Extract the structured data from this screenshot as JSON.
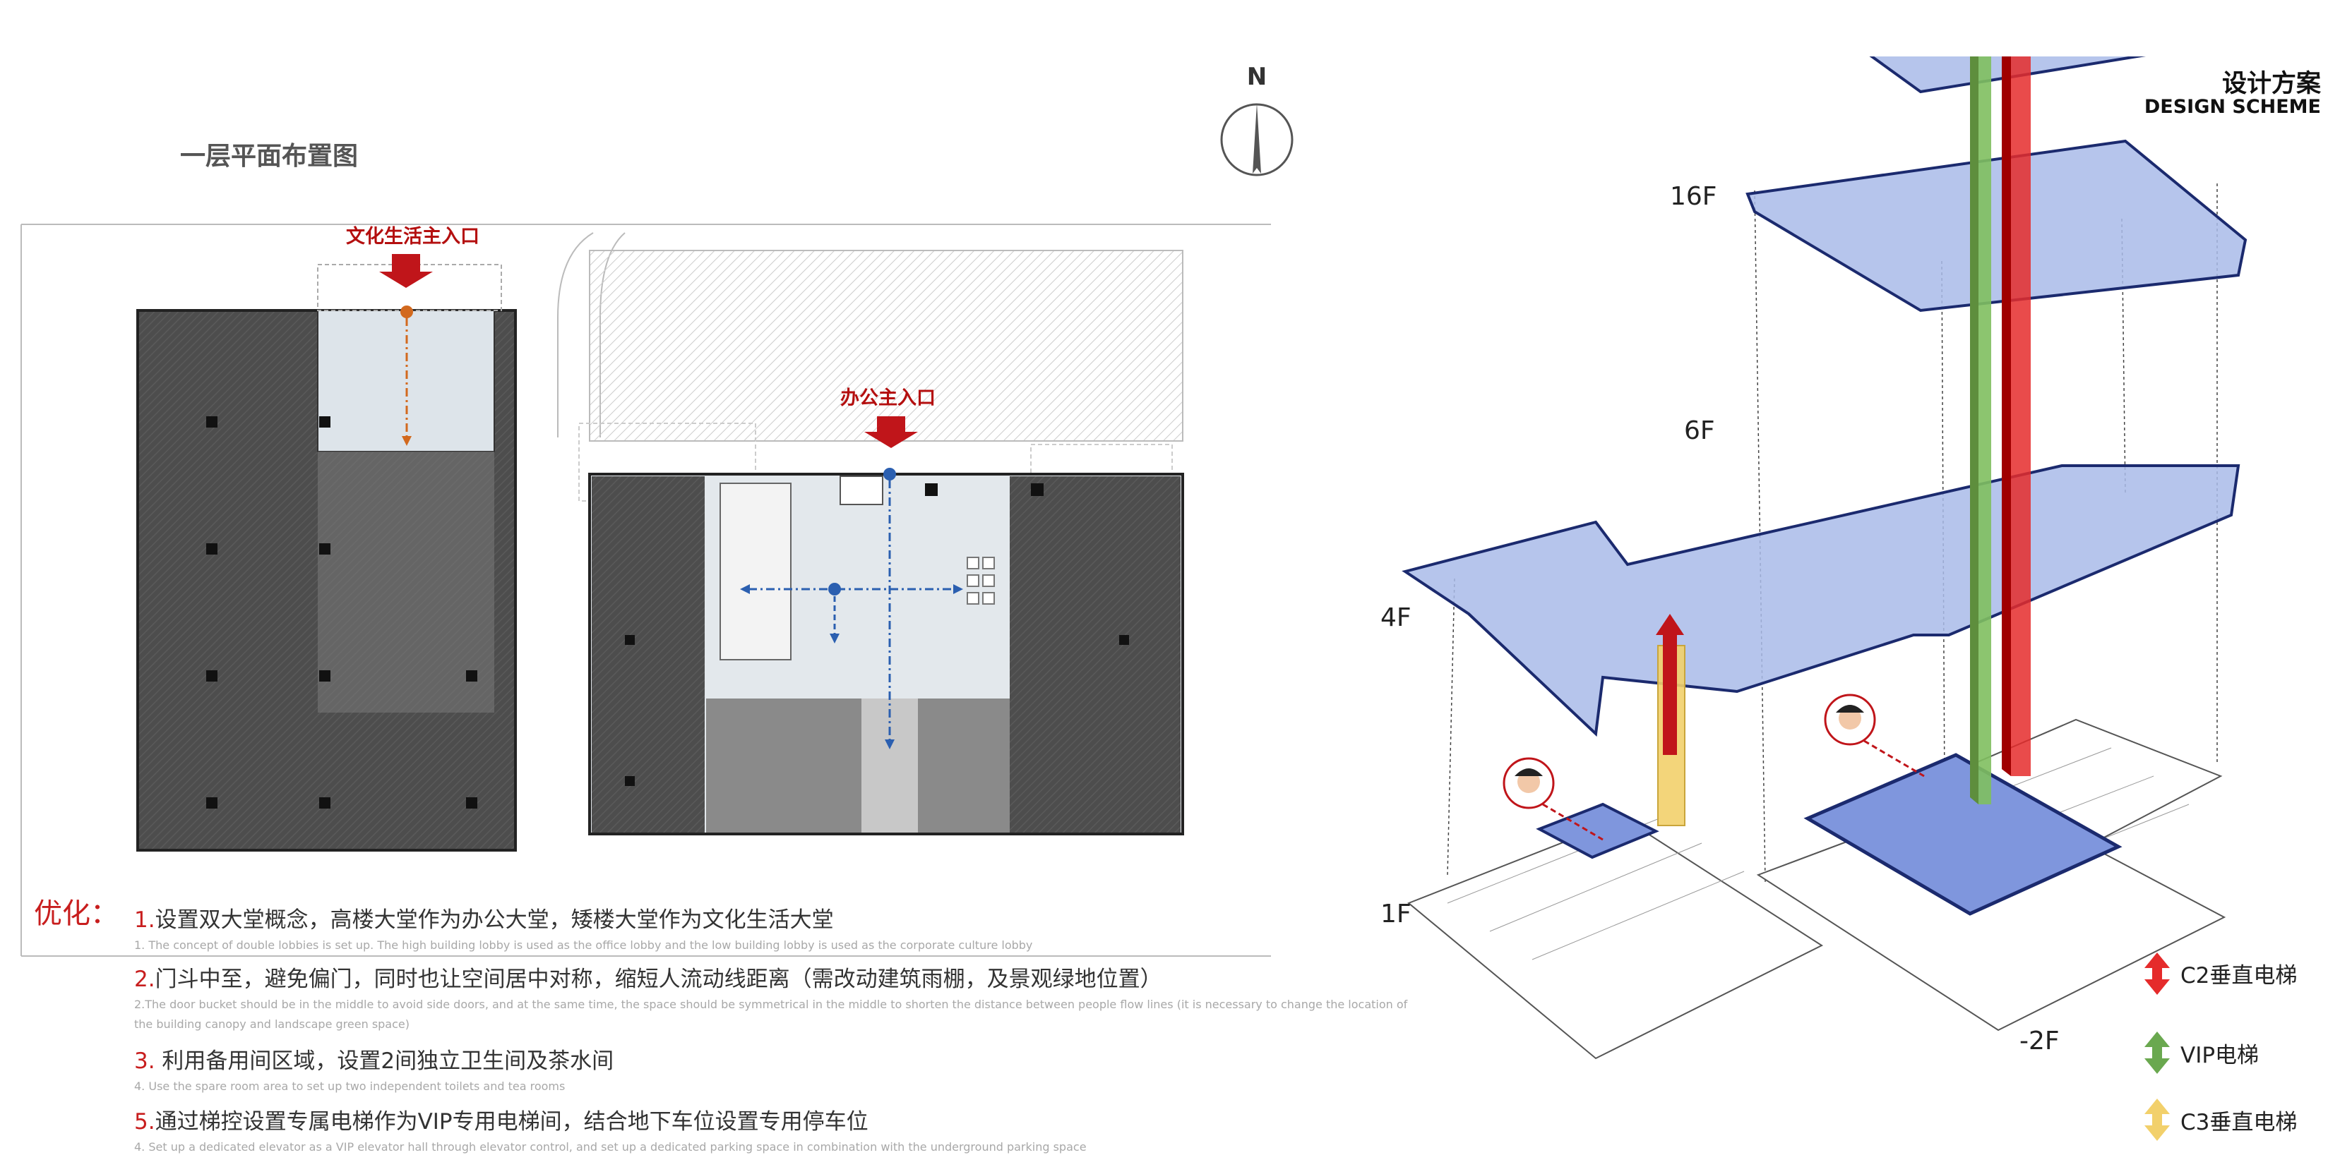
{
  "plan": {
    "title": "一层平面布置图",
    "culture_entrance": "文化生活主入口",
    "office_entrance": "办公主入口",
    "compass_label": "N"
  },
  "optimization": {
    "label": "优化：",
    "items": [
      {
        "num": "1.",
        "cn": "设置双大堂概念，高楼大堂作为办公大堂，矮楼大堂作为文化生活大堂",
        "en": "1.       The concept of double lobbies is set up. The high building lobby is used as the office lobby and the low building lobby is used as the  corporate culture lobby"
      },
      {
        "num": "2.",
        "cn": "门斗中至，避免偏门，同时也让空间居中对称，缩短人流动线距离（需改动建筑雨棚，及景观绿地位置）",
        "en": "2.The door bucket should be in the middle to avoid side doors, and at the same time, the space should be symmetrical in the middle to shorten the distance between people flow lines (it is necessary to change the location  of",
        "en2": "the building canopy and landscape green space)"
      },
      {
        "num": "3.",
        "cn": " 利用备用间区域，设置2间独立卫生间及茶水间",
        "en": "4. Use the spare room area to set up two independent toilets and tea rooms"
      },
      {
        "num": "5.",
        "cn": "通过梯控设置专属电梯作为VIP专用电梯间，结合地下车位设置专用停车位",
        "en": "4. Set up a dedicated elevator as a VIP elevator hall through elevator control, and set up a dedicated parking space in combination with the underground parking space"
      }
    ]
  },
  "scheme": {
    "title_cn": "设计方案",
    "title_en": "DESIGN SCHEME",
    "floors": {
      "f16": "16F",
      "f6": "6F",
      "f4": "4F",
      "f1": "1F",
      "b2": "-2F"
    }
  },
  "legend": [
    {
      "label": "C2垂直电梯",
      "color": "#e52b2b"
    },
    {
      "label": "VIP电梯",
      "color": "#6aa84f"
    },
    {
      "label": "C3垂直电梯",
      "color": "#f2d06b"
    }
  ],
  "colors": {
    "accent_red": "#b40f0f",
    "slab_blue": "#8fa6e0",
    "dark_floor": "#4a4a4a"
  }
}
